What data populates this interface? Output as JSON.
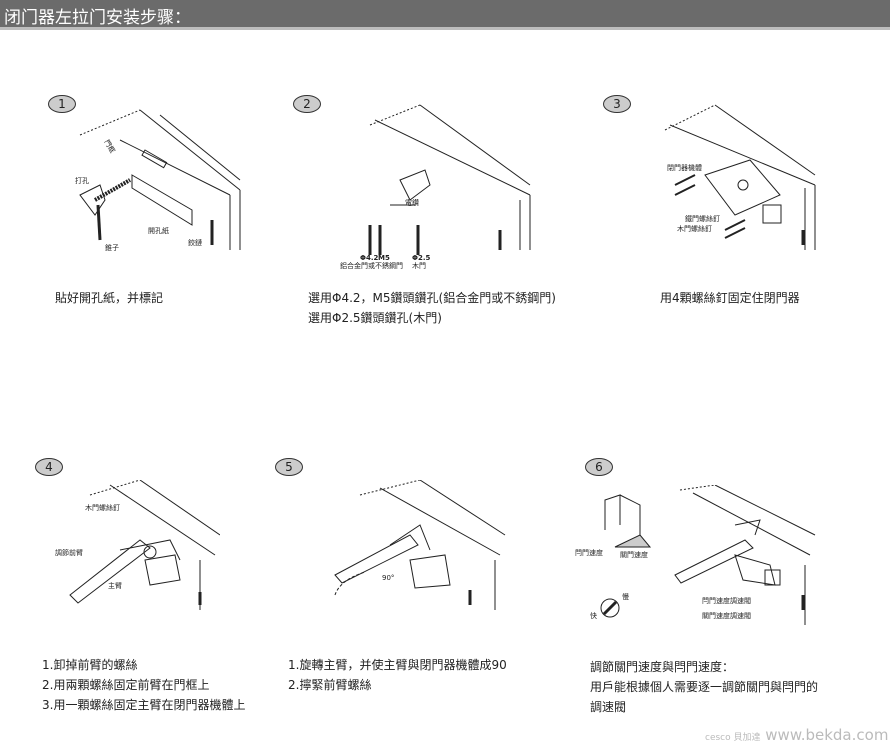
{
  "title": "闭门器左拉门安装步骤：",
  "steps": [
    {
      "num": "1",
      "labels": [
        "門框",
        "打孔",
        "開孔紙",
        "錐子",
        "鉸鏈"
      ],
      "caption": [
        "貼好開孔紙，并標記"
      ]
    },
    {
      "num": "2",
      "labels": [
        "電鑽",
        "Φ4.2",
        "M5",
        "Φ2.5",
        "鋁合金門或不銹鋼門",
        "木門"
      ],
      "caption": [
        "選用Φ4.2，M5鑽頭鑽孔(鋁合金門或不銹鋼門)",
        "選用Φ2.5鑽頭鑽孔(木門)"
      ]
    },
    {
      "num": "3",
      "labels": [
        "閉門器機體",
        "鐵門螺絲釘",
        "木門螺絲釘"
      ],
      "caption": [
        "用4顆螺絲釘固定住閉門器"
      ]
    },
    {
      "num": "4",
      "labels": [
        "木門螺絲釘",
        "調節前臂",
        "主臂"
      ],
      "caption": [
        "1.卸掉前臂的螺絲",
        "2.用兩顆螺絲固定前臂在門框上",
        "3.用一顆螺絲固定主臂在閉門器機體上"
      ]
    },
    {
      "num": "5",
      "labels": [
        "90°"
      ],
      "caption": [
        "1.旋轉主臂，并使主臂與閉門器機體成90",
        "2.擰緊前臂螺絲"
      ]
    },
    {
      "num": "6",
      "labels": [
        "閂門速度",
        "關門速度",
        "慢",
        "快",
        "閂門速度調速閥",
        "關門速度調速閥"
      ],
      "caption": [
        "調節關門速度與閂門速度：",
        "用戶能根據個人需要逐一調節關門與閂門的",
        "調速閥"
      ]
    }
  ],
  "watermark": {
    "brand": "cesco 貝加達",
    "url": "www.bekda.com"
  }
}
